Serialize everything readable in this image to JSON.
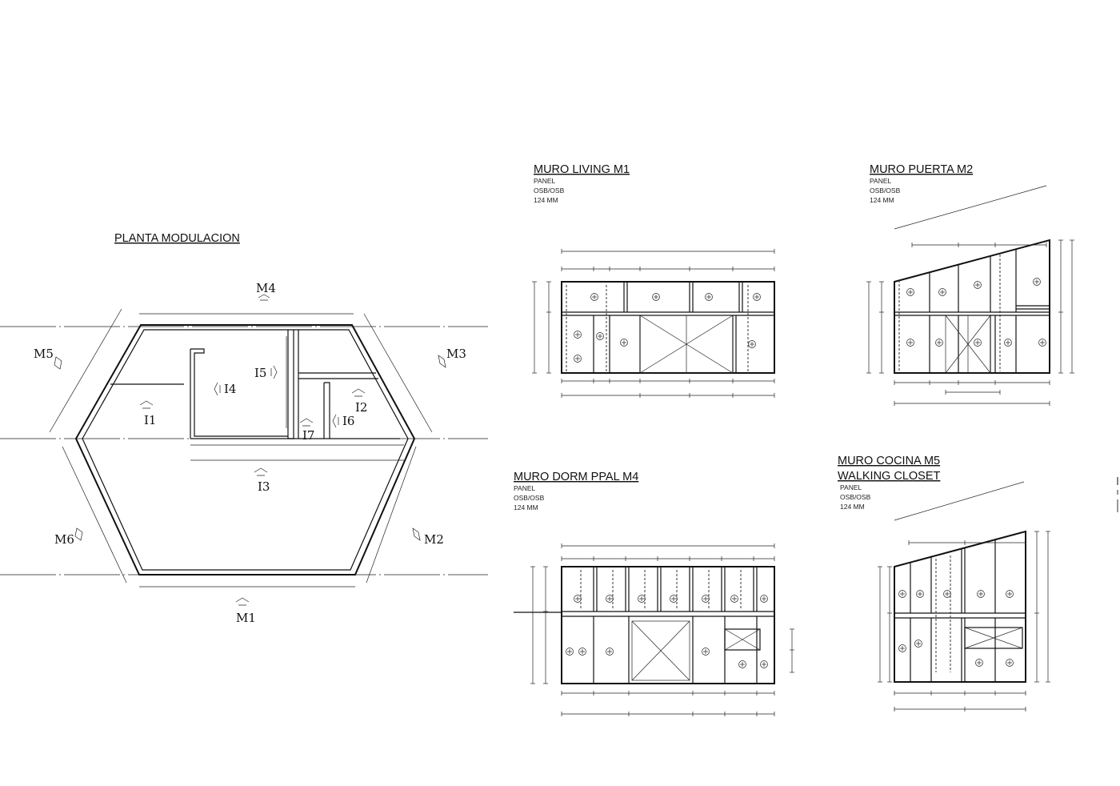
{
  "plan": {
    "title": "PLANTA MODULACION",
    "labels": {
      "m1": "M1",
      "m2": "M2",
      "m3": "M3",
      "m4": "M4",
      "m5": "M5",
      "m6": "M6",
      "i1": "I1",
      "i2": "I2",
      "i3": "I3",
      "i4": "I4",
      "i5": "I5",
      "i6": "I6",
      "i7": "I7"
    }
  },
  "elevations": [
    {
      "id": "m1",
      "title": "MURO LIVING M1",
      "subtitle": "",
      "panel": "PANEL",
      "material": "OSB/OSB",
      "thickness": "124 MM"
    },
    {
      "id": "m2",
      "title": "MURO PUERTA M2",
      "subtitle": "",
      "panel": "PANEL",
      "material": "OSB/OSB",
      "thickness": "124 MM"
    },
    {
      "id": "m4",
      "title": "MURO DORM PPAL M4",
      "subtitle": "",
      "panel": "PANEL",
      "material": "OSB/OSB",
      "thickness": "124 MM"
    },
    {
      "id": "m5",
      "title": "MURO COCINA  M5",
      "subtitle": "WALKING CLOSET",
      "panel": "PANEL",
      "material": "OSB/OSB",
      "thickness": "124 MM"
    }
  ],
  "colors": {
    "line": "#111111",
    "background": "#ffffff"
  }
}
